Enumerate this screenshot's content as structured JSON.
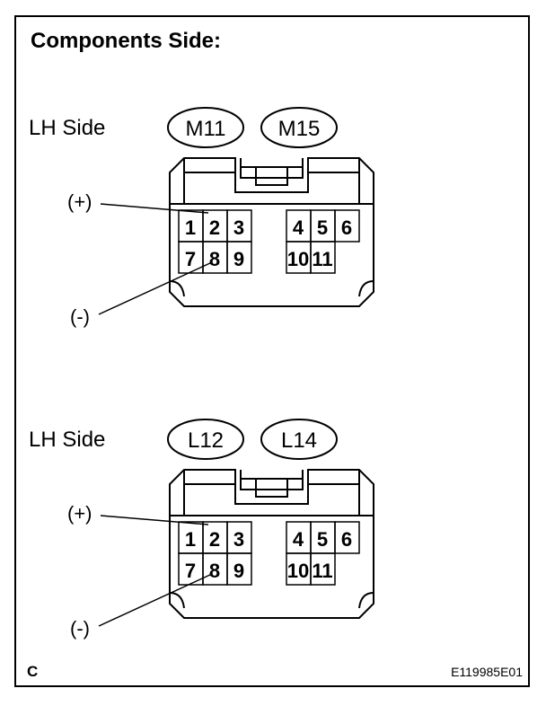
{
  "title": "Components Side:",
  "corner_letter": "C",
  "figure_code": "E119985E01",
  "views": [
    {
      "side_label": "LH Side",
      "connectors": [
        "M11",
        "M15"
      ],
      "plus_label": "(+)",
      "minus_label": "(-)",
      "left_pins": [
        "1",
        "2",
        "3",
        "7",
        "8",
        "9"
      ],
      "right_pins": [
        "4",
        "5",
        "6",
        "10",
        "11"
      ]
    },
    {
      "side_label": "LH Side",
      "connectors": [
        "L12",
        "L14"
      ],
      "plus_label": "(+)",
      "minus_label": "(-)",
      "left_pins": [
        "1",
        "2",
        "3",
        "7",
        "8",
        "9"
      ],
      "right_pins": [
        "4",
        "5",
        "6",
        "10",
        "11"
      ]
    }
  ]
}
